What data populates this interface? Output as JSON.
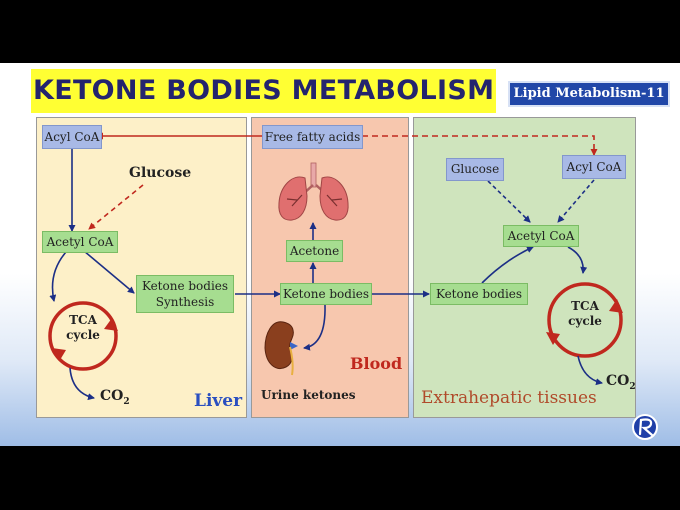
{
  "title": "KETONE BODIES METABOLISM",
  "series_badge": "Lipid Metabolism-11",
  "panels": {
    "liver": "Liver",
    "blood": "Blood",
    "extrahepatic": "Extrahepatic tissues"
  },
  "liver": {
    "acyl_coa": "Acyl CoA",
    "glucose": "Glucose",
    "acetyl_coa": "Acetyl CoA",
    "ketone_synthesis_line1": "Ketone bodies",
    "ketone_synthesis_line2": "Synthesis",
    "tca_line1": "TCA",
    "tca_line2": "cycle",
    "co2_base": "CO",
    "co2_sub": "2"
  },
  "blood": {
    "free_fatty_acids": "Free fatty acids",
    "acetone": "Acetone",
    "ketone_bodies": "Ketone bodies",
    "urine_ketones": "Urine ketones"
  },
  "extrahepatic": {
    "glucose": "Glucose",
    "acyl_coa": "Acyl CoA",
    "acetyl_coa": "Acetyl CoA",
    "ketone_bodies": "Ketone bodies",
    "tca_line1": "TCA",
    "tca_line2": "cycle",
    "co2_base": "CO",
    "co2_sub": "2"
  },
  "icons": {
    "lungs": "lungs-icon",
    "kidney": "kidney-icon",
    "logo": "r-logo-icon"
  },
  "colors": {
    "title_bg": "#ffff33",
    "title_text": "#24246e",
    "badge_bg": "#2147a8",
    "liver_bg": "#fdf0c8",
    "blood_bg": "#f7c7ae",
    "extra_bg": "#cfe4bd",
    "blue_box": "#a8b9e6",
    "green_box": "#a6dd90",
    "arrow_red": "#c0281e",
    "arrow_navy": "#1c2f86",
    "label_blue": "#2a4fc0",
    "label_red": "#c0281e"
  }
}
